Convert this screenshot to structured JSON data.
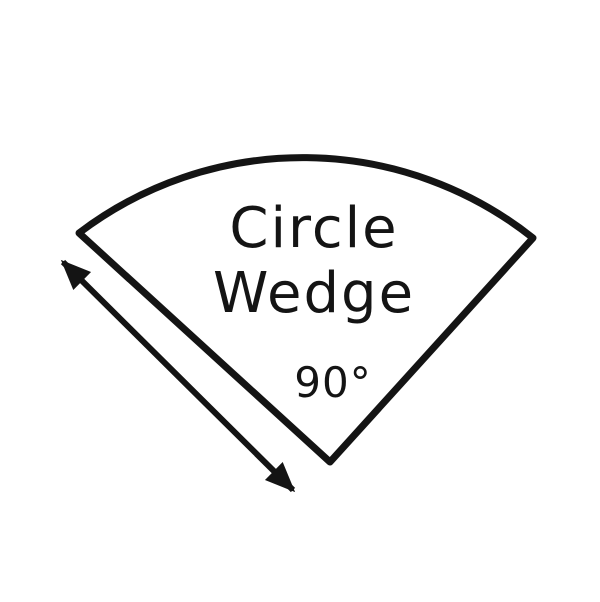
{
  "diagram": {
    "labels": {
      "line1": "Circle",
      "line2": "Wedge",
      "angle": "90°"
    },
    "colors": {
      "stroke": "#141414",
      "background": "#ffffff"
    }
  }
}
